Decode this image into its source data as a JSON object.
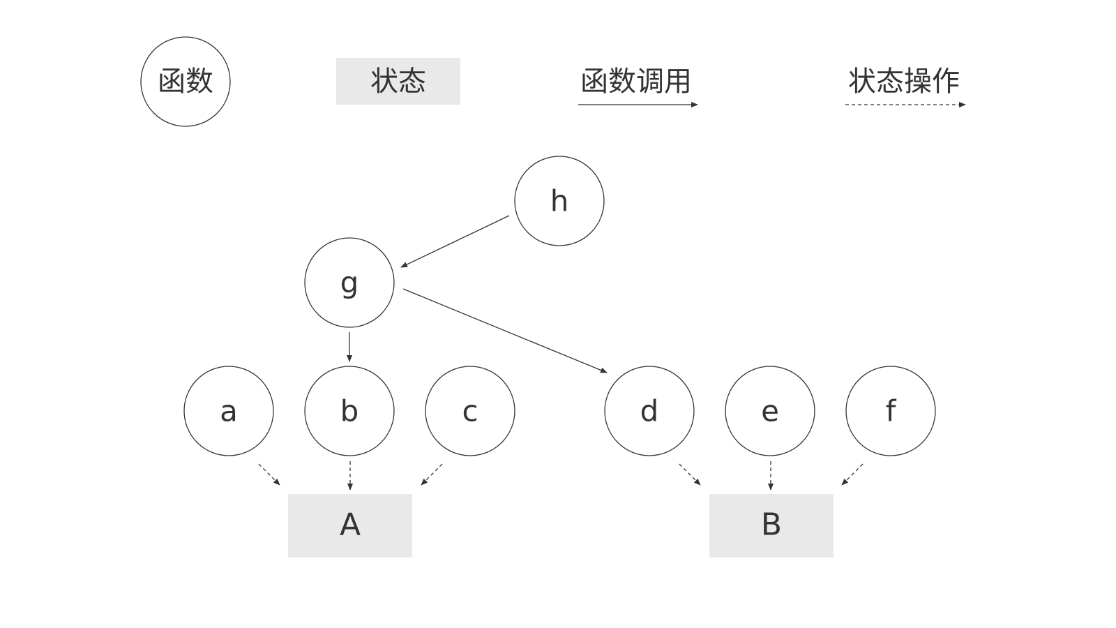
{
  "legend": {
    "function_label": "函数",
    "state_label": "状态",
    "call_label": "函数调用",
    "state_op_label": "状态操作"
  },
  "functions": {
    "h": "h",
    "g": "g",
    "a": "a",
    "b": "b",
    "c": "c",
    "d": "d",
    "e": "e",
    "f": "f"
  },
  "states": {
    "A": "A",
    "B": "B"
  },
  "edges": {
    "calls": [
      {
        "from": "h",
        "to": "g"
      },
      {
        "from": "g",
        "to": "b"
      },
      {
        "from": "g",
        "to": "d"
      }
    ],
    "state_ops": [
      {
        "from": "a",
        "to": "A"
      },
      {
        "from": "b",
        "to": "A"
      },
      {
        "from": "c",
        "to": "A"
      },
      {
        "from": "d",
        "to": "B"
      },
      {
        "from": "e",
        "to": "B"
      },
      {
        "from": "f",
        "to": "B"
      }
    ]
  },
  "colors": {
    "stroke": "#333333",
    "state_fill": "#e9e9e9"
  }
}
